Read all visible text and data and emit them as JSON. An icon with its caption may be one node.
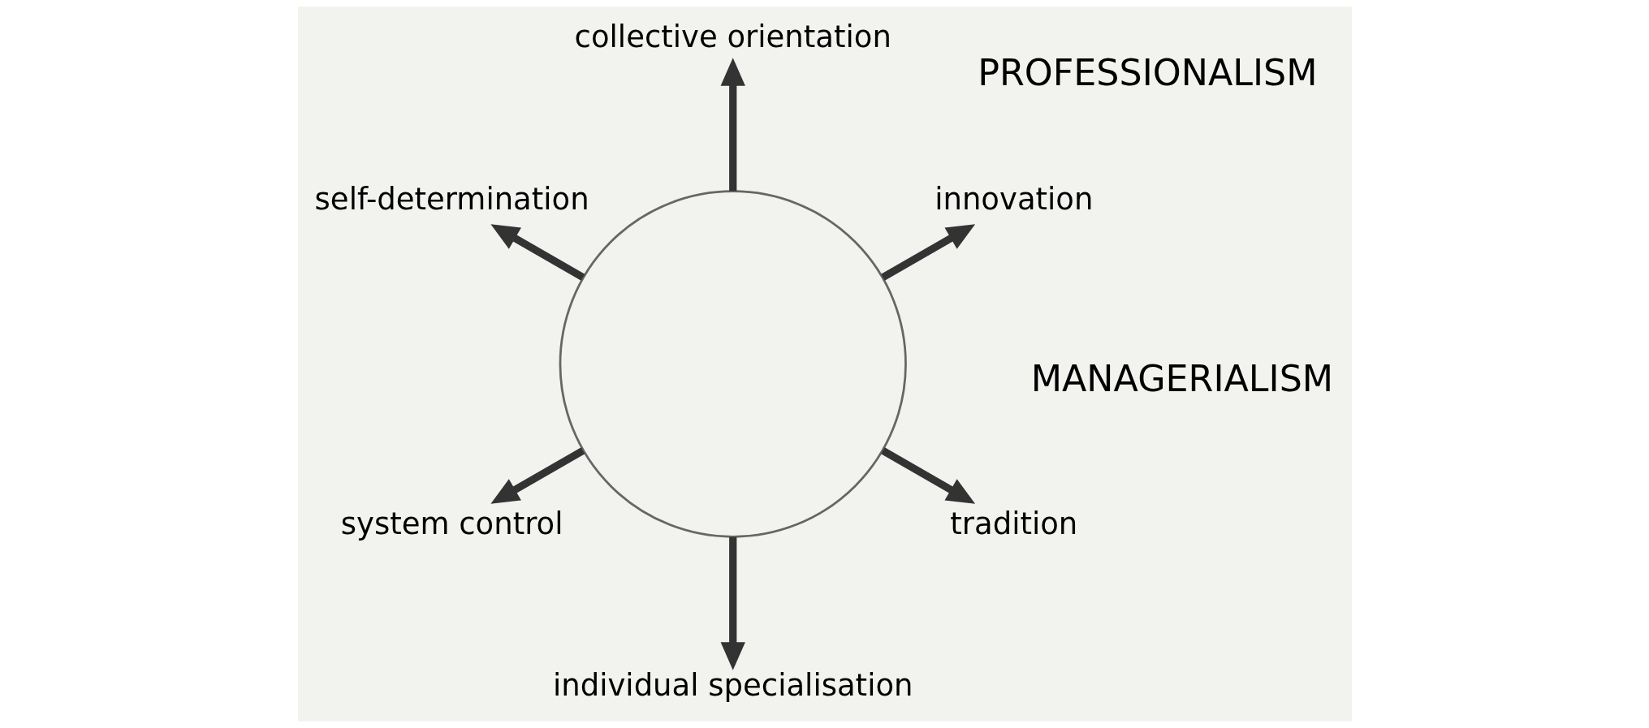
{
  "diagram": {
    "nodes": [
      {
        "text": [
          "innovation"
        ]
      },
      {
        "text": [
          "collective orientation"
        ]
      },
      {
        "text": [
          "self-determination"
        ]
      },
      {
        "text": [],
        "shape": "circle"
      },
      {
        "text": [
          "system control"
        ]
      },
      {
        "text": [
          "individual specialisation"
        ]
      },
      {
        "text": [
          "tradition"
        ]
      }
    ],
    "edges": [
      {
        "from": 3,
        "to": 0,
        "arrow": "to"
      },
      {
        "from": 3,
        "to": 1,
        "arrow": "to"
      },
      {
        "from": 3,
        "to": 2,
        "arrow": "to"
      },
      {
        "from": 3,
        "to": 4,
        "arrow": "to"
      },
      {
        "from": 3,
        "to": 5,
        "arrow": "to"
      },
      {
        "from": 3,
        "to": 6,
        "arrow": "to"
      }
    ],
    "labels": [
      "MANAGERIALISM",
      "PROFESSIONALISM"
    ]
  }
}
